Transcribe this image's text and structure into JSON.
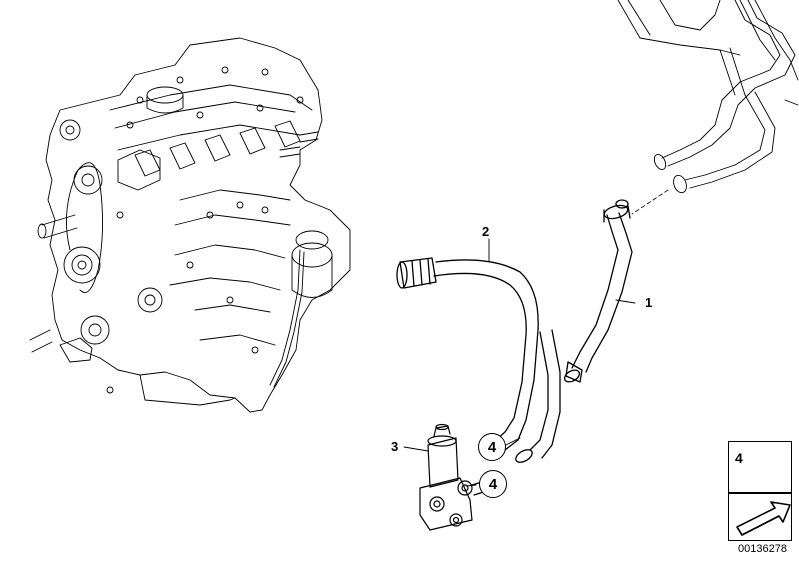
{
  "diagram": {
    "parts": [
      {
        "number": "1",
        "name": "hose-1"
      },
      {
        "number": "2",
        "name": "hose-2"
      },
      {
        "number": "3",
        "name": "valve-3"
      }
    ],
    "callouts": [
      "4",
      "4"
    ],
    "inset": {
      "clamp_number": "4"
    },
    "doc_id": "00136278"
  }
}
